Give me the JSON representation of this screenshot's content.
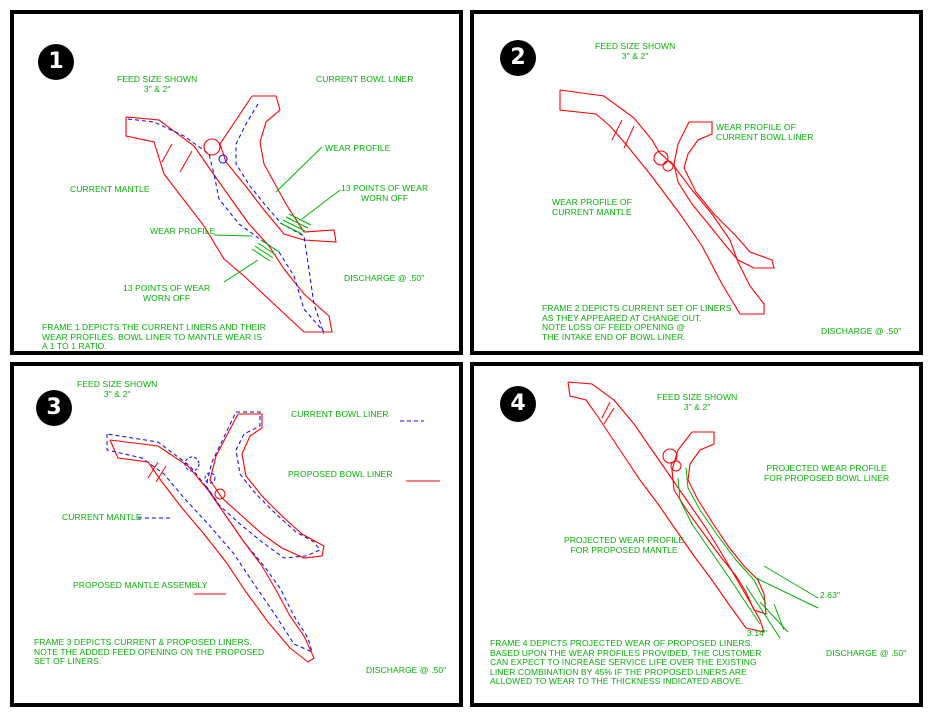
{
  "colors": {
    "frame": "#000000",
    "text": "#00b000",
    "liner": "#ff0000",
    "current": "#0000ff"
  },
  "frames": [
    {
      "number": "1",
      "feed_size": "FEED SIZE SHOWN\n3\" & 2\"",
      "current_bowl_liner": "CURRENT BOWL LINER",
      "wear_profile_upper": "WEAR PROFILE",
      "points_upper": "13 POINTS OF WEAR\nWORN OFF",
      "current_mantle": "CURRENT MANTLE",
      "wear_profile_lower": "WEAR PROFILE",
      "points_lower": "13 POINTS OF WEAR\nWORN OFF",
      "discharge": "DISCHARGE @ .50\"",
      "description": "FRAME 1 DEPICTS THE CURRENT LINERS AND THEIR\nWEAR PROFILES. BOWL LINER TO MANTLE WEAR IS\nA 1 TO 1 RATIO."
    },
    {
      "number": "2",
      "feed_size": "FEED SIZE SHOWN\n3\" & 2\"",
      "bowl_wear_profile": "WEAR PROFILE OF\nCURRENT BOWL LINER",
      "mantle_wear_profile": "WEAR PROFILE OF\nCURRENT MANTLE",
      "description": "FRAME 2 DEPICTS CURRENT SET OF LINERS\nAS THEY APPEARED AT CHANGE OUT.\nNOTE LOSS OF FEED OPENING @\nTHE INTAKE END OF BOWL LINER.",
      "discharge": "DISCHARGE @ .50\""
    },
    {
      "number": "3",
      "feed_size": "FEED SIZE SHOWN\n3\" & 2\"",
      "current_bowl_liner": "CURRENT BOWL LINER",
      "proposed_bowl_liner": "PROPOSED BOWL LINER",
      "current_mantle": "CURRENT MANTLE",
      "proposed_mantle": "PROPOSED MANTLE ASSEMBLY",
      "description": "FRAME 3 DEPICTS CURRENT & PROPOSED LINERS.\nNOTE THE ADDED FEED OPENING ON THE PROPOSED\nSET OF LINERS.",
      "discharge": "DISCHARGE @ .50\""
    },
    {
      "number": "4",
      "feed_size": "FEED SIZE SHOWN\n3\" & 2\"",
      "projected_bowl": "PROJECTED WEAR PROFILE\nFOR PROPOSED BOWL LINER",
      "projected_mantle": "PROJECTED WEAR PROFILE\nFOR PROPOSED MANTLE",
      "dim_upper": "2.63\"",
      "dim_lower": "3.14\"",
      "description": "FRAME 4 DEPICTS PROJECTED WEAR OF PROPOSED LINERS.\nBASED UPON THE WEAR PROFILES PROVIDED, THE CUSTOMER\nCAN EXPECT TO INCREASE SERVICE LIFE OVER THE EXISTING\nLINER COMBINATION BY 45% IF THE PROPOSED LINERS ARE\nALLOWED TO WEAR TO THE THICKNESS INDICATED ABOVE.",
      "discharge": "DISCHARGE @ .50\""
    }
  ]
}
